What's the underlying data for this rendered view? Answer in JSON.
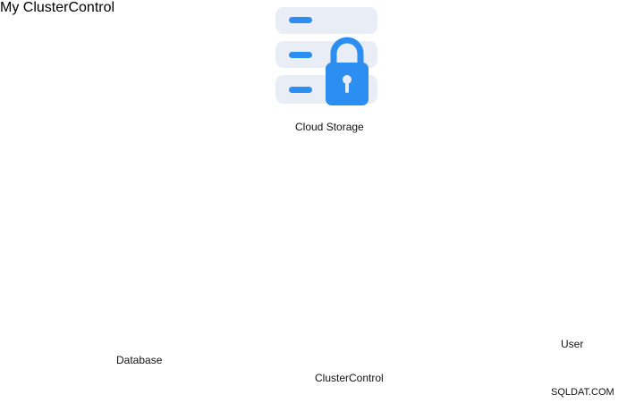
{
  "labels": {
    "cloud_storage": "Cloud Storage",
    "database": "Database",
    "cluster_control": "ClusterControl",
    "user": "User",
    "watermark": "SQLDAT.COM"
  },
  "logos": {
    "mysql_badge": "My",
    "screen_title": "ClusterControl"
  },
  "colors": {
    "cloud_lock": "#2b8ef0",
    "db_cylinder": "#0f6f9e",
    "db_top": "#9fd63a",
    "key_green": "#6fb33a",
    "key_blue": "#2f7fe0",
    "lock_gradient_start": "#f07aa8",
    "lock_gradient_end": "#4fc7e8",
    "platform": "#39b9f0",
    "arrow": "#111111"
  },
  "icons": [
    "storage-server-icon",
    "cloud-lock-icon",
    "document-icon",
    "mysql-database-icon",
    "padlock-icon",
    "key-icon",
    "cluster-platform-icon",
    "spy-user-icon"
  ]
}
